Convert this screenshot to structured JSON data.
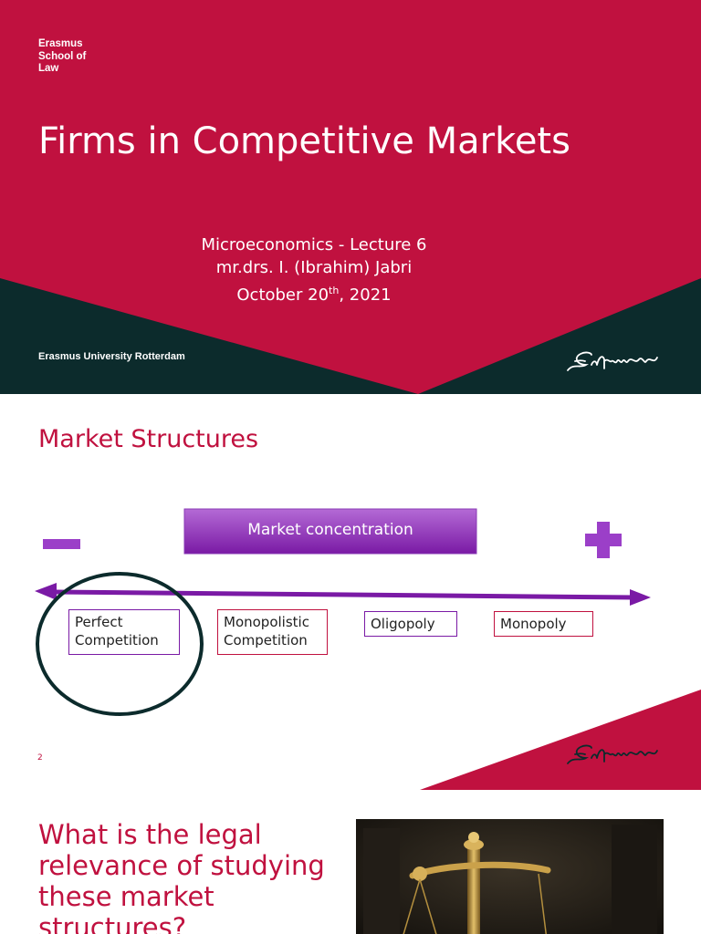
{
  "slide1": {
    "org_lines": [
      "Erasmus",
      "School of",
      "Law"
    ],
    "title": "Firms in Competitive Markets",
    "subtitle": {
      "line1": "Microeconomics - Lecture 6",
      "line2": "mr.drs. I. (Ibrahim) Jabri",
      "date_prefix": "October 20",
      "date_sup": "th",
      "date_suffix": ", 2021"
    },
    "university": "Erasmus University Rotterdam",
    "colors": {
      "brand_red": "#c0113f",
      "dark_teal": "#0c2b2c"
    }
  },
  "slide2": {
    "title": "Market Structures",
    "concentration_label": "Market concentration",
    "minus_icon": "minus-icon",
    "plus_icon": "plus-icon",
    "structures": [
      {
        "line1": "Perfect",
        "line2": "Competition"
      },
      {
        "line1": "Monopolistic",
        "line2": "Competition"
      },
      {
        "line1": "Oligopoly",
        "line2": ""
      },
      {
        "line1": "Monopoly",
        "line2": ""
      }
    ],
    "slide_number": "2",
    "colors": {
      "purple": "#7a1aa5",
      "brand_red": "#c0113f"
    }
  },
  "slide3": {
    "question": "What is the legal relevance of studying these market structures?",
    "image_icon": "scales-of-justice-icon"
  }
}
